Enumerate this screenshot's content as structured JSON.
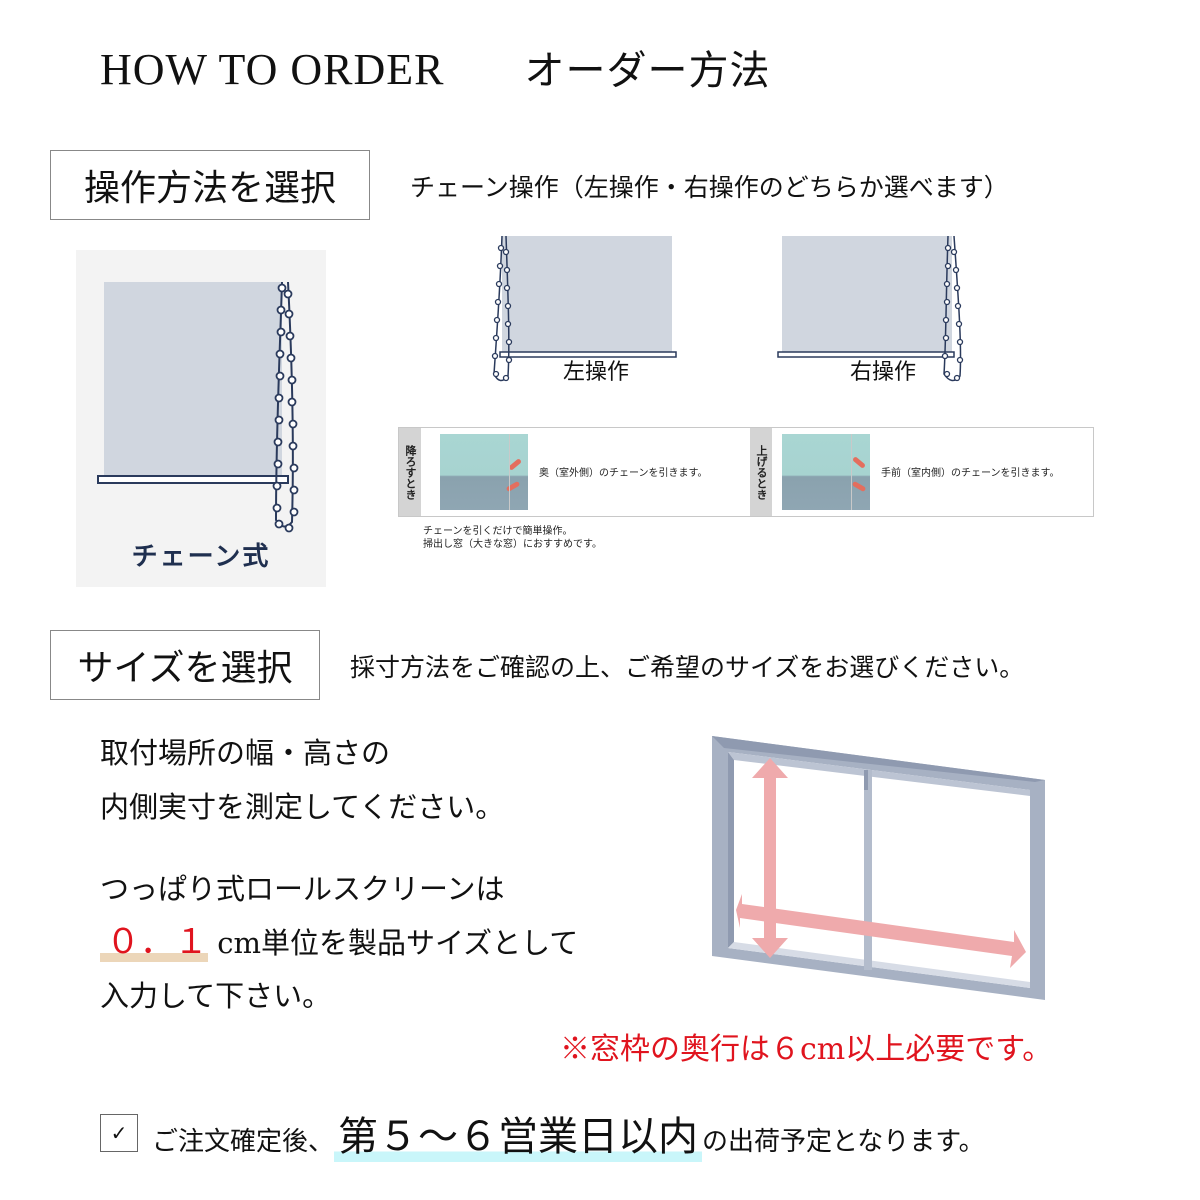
{
  "header": {
    "title_en": "HOW TO ORDER",
    "title_jp": "オーダー方法"
  },
  "section_operation": {
    "label": "操作方法を選択",
    "description": "チェーン操作（左操作・右操作のどちらか選べます）",
    "chain_panel_label": "チェーン式",
    "left_label": "左操作",
    "right_label": "右操作",
    "instructions": {
      "lower": {
        "side_label": "降ろすとき",
        "text": "奥（室外側）のチェーンを引きます。"
      },
      "raise": {
        "side_label": "上げるとき",
        "text": "手前（室内側）のチェーンを引きます。"
      },
      "note_lines": [
        "チェーンを引くだけで簡単操作。",
        "掃出し窓（大きな窓）におすすめです。"
      ]
    }
  },
  "section_size": {
    "label": "サイズを選択",
    "description": "採寸方法をご確認の上、ご希望のサイズをお選びください。",
    "lines": [
      "取付場所の幅・高さの",
      "内側実寸を測定してください。",
      "つっぱり式ロールスクリーンは"
    ],
    "unit_value": "０．１",
    "unit_rest": " cm単位を製品サイズとして",
    "last_line": "入力して下さい。",
    "warning": "※窓枠の奥行は６cm以上必要です。"
  },
  "footer": {
    "check_mark": "✓",
    "prefix": "ご注文確定後、",
    "highlight": "第５～６営業日以内",
    "suffix": "の出荷予定となります。"
  },
  "colors": {
    "accent_red": "#e0141e",
    "chain_navy": "#2a3a5c",
    "screen_gray": "#d0d6df",
    "arrow_pink": "#efaaac",
    "frame_blue": "#a7b1c3"
  }
}
